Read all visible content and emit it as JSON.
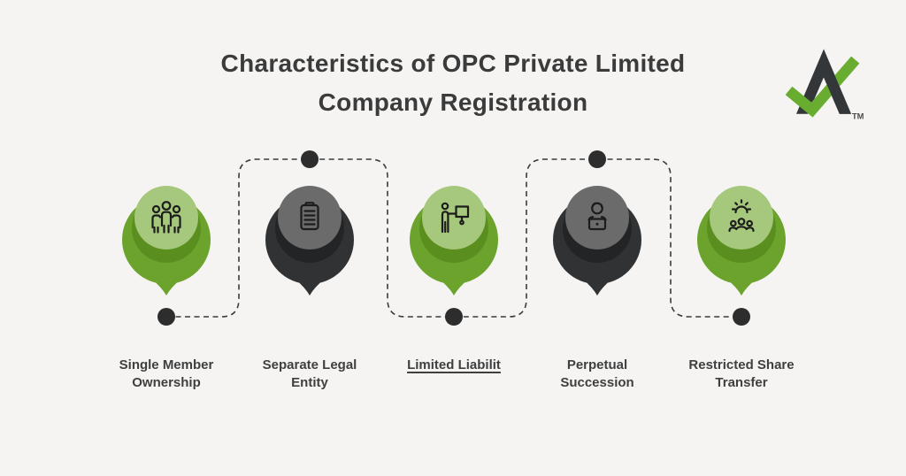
{
  "title": {
    "line1": "Characteristics of OPC Private Limited",
    "line2": "Company Registration"
  },
  "logo": {
    "tm_label": "TM"
  },
  "nodes": [
    {
      "name": "single-member-ownership",
      "line1": "Single Member",
      "line2": "Ownership",
      "icon": "people-icon",
      "variant": "green",
      "underlined": false
    },
    {
      "name": "separate-legal-entity",
      "line1": "Separate Legal",
      "line2": "Entity",
      "icon": "clipboard-icon",
      "variant": "dark",
      "underlined": false
    },
    {
      "name": "limited-liability",
      "line1": "Limited Liabilit",
      "line2": "",
      "icon": "presenter-icon",
      "variant": "green",
      "underlined": true
    },
    {
      "name": "perpetual-succession",
      "line1": "Perpetual",
      "line2": "Succession",
      "icon": "person-laptop-icon",
      "variant": "dark",
      "underlined": false
    },
    {
      "name": "restricted-share-transfer",
      "line1": "Restricted Share",
      "line2": "Transfer",
      "icon": "team-gear-icon",
      "variant": "green",
      "underlined": false
    }
  ],
  "colors": {
    "bg": "#f5f4f2",
    "title": "#3b3b3b",
    "label": "#3f3f3f",
    "green": "#6ba32c",
    "greenShadow": "#5a8e1e",
    "greenLight": "#a6c87c",
    "dark": "#303234",
    "darkShadow": "#232425",
    "grayLight": "#6c6b6c",
    "line": "#3a3a3a",
    "dot": "#2d2d2d",
    "icon": "#1c1c1c",
    "logoDark": "#33373a",
    "logoGreen": "#68ad30",
    "tm": "#4a4a4a"
  }
}
